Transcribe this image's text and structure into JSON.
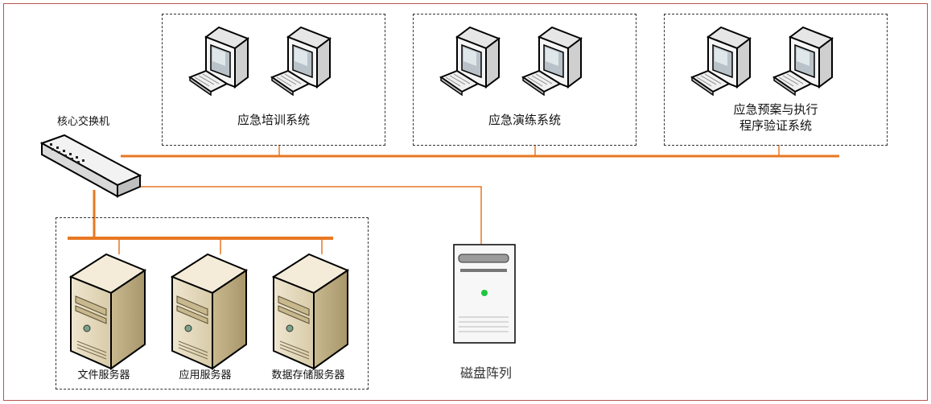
{
  "switch": {
    "label": "核心交换机"
  },
  "workstation_groups": [
    {
      "label": "应急培训系统"
    },
    {
      "label": "应急演练系统"
    },
    {
      "label": "应急预案与执行\n程序验证系统"
    }
  ],
  "servers": [
    {
      "label": "文件服务器"
    },
    {
      "label": "应用服务器"
    },
    {
      "label": "数据存储服务器"
    }
  ],
  "disk_array": {
    "label": "磁盘阵列"
  },
  "colors": {
    "link": "#e87722",
    "frame": "#b85450",
    "dashed": "#333333"
  }
}
